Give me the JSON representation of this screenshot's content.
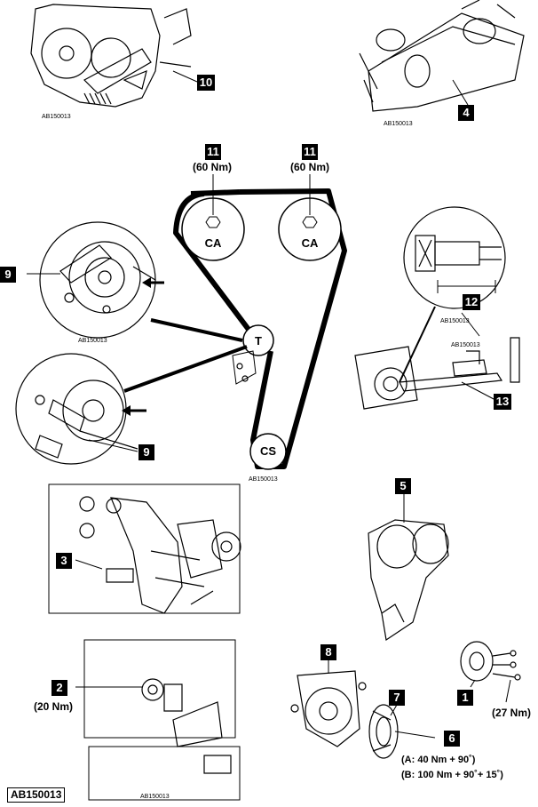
{
  "figure_ref": "AB150013",
  "panel_refs": [
    "AB150013",
    "AB150013",
    "AB150013",
    "AB150013",
    "AB150013",
    "AB150013",
    "AB150013"
  ],
  "pulleys": {
    "camshaft_left": "CA",
    "camshaft_right": "CA",
    "tensioner": "T",
    "crankshaft": "CS"
  },
  "callouts": {
    "c10": "10",
    "c4": "4",
    "c11a": "11",
    "c11b": "11",
    "c9a": "9",
    "c9b": "9",
    "c12": "12",
    "c13": "13",
    "c3": "3",
    "c5": "5",
    "c2": "2",
    "c8": "8",
    "c7": "7",
    "c1": "1",
    "c6": "6"
  },
  "torques": {
    "camshaft_left": "(60 Nm)",
    "camshaft_right": "(60 Nm)",
    "item2": "(20 Nm)",
    "item1": "(27 Nm)",
    "item6_a": "(A: 40 Nm + 90˚)",
    "item6_b": "(B: 100 Nm + 90˚+ 15˚)"
  }
}
